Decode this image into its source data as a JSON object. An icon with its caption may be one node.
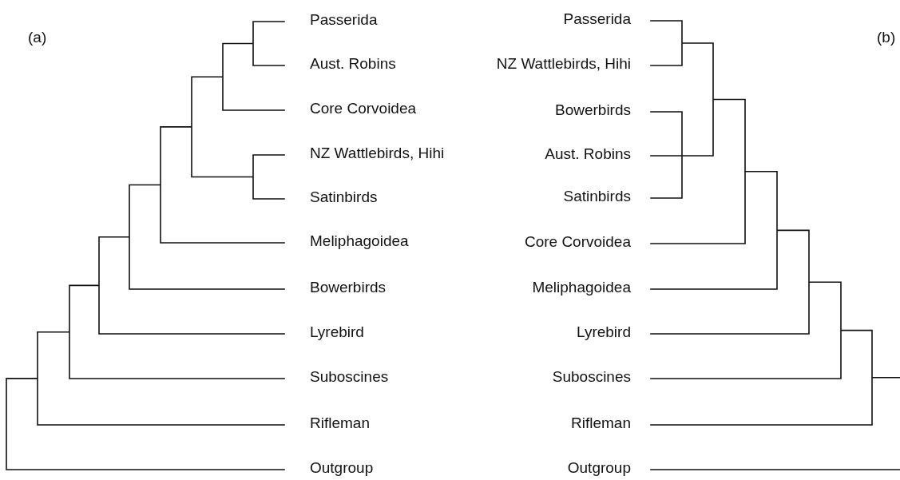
{
  "diagram": {
    "labels": [
      "(a)",
      "Passerida",
      "Aust. Robins",
      "Core Corvoidea",
      "NZ Wattlebirds, Hihi",
      "Satinbirds",
      "Meliphagoidea",
      "Bowerbirds",
      "Lyrebird",
      "Suboscines",
      "Rifleman",
      "Outgroup",
      "(b)",
      "Passerida",
      "NZ Wattlebirds, Hihi",
      "Bowerbirds",
      "Aust. Robins",
      "Satinbirds",
      "Core Corvoidea",
      "Meliphagoidea",
      "Lyrebird",
      "Suboscines",
      "Rifleman",
      "Outgroup"
    ]
  }
}
